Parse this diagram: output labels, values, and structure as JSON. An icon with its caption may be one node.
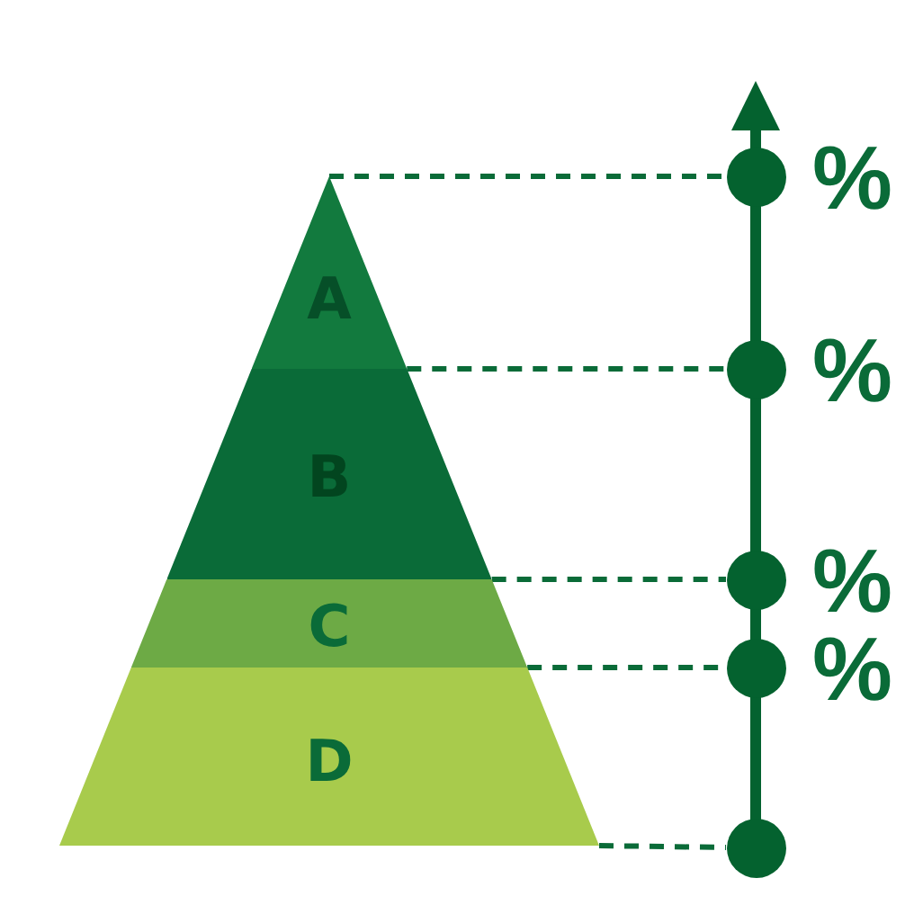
{
  "diagram": {
    "nodes": [
      {
        "text": [
          "A"
        ]
      },
      {
        "text": [
          "B"
        ]
      },
      {
        "text": [
          "C"
        ]
      },
      {
        "text": [
          "D"
        ]
      },
      {
        "text": [],
        "shape": "circle",
        "beside": [
          "%"
        ]
      },
      {
        "text": [],
        "shape": "circle",
        "beside": [
          "%"
        ]
      },
      {
        "text": [],
        "shape": "circle",
        "beside": [
          "%"
        ]
      },
      {
        "text": [],
        "shape": "circle",
        "beside": [
          "%"
        ]
      },
      {
        "text": [],
        "shape": "circle"
      }
    ],
    "edges": [
      {
        "from": 0,
        "to": 4,
        "arrow": "none",
        "style": "dashed"
      },
      {
        "from": 1,
        "to": 5,
        "arrow": "none",
        "style": "dashed"
      },
      {
        "from": 2,
        "to": 6,
        "arrow": "none",
        "style": "dashed"
      },
      {
        "from": 3,
        "to": 7,
        "arrow": "none",
        "style": "dashed"
      },
      {
        "from": 3,
        "to": 8,
        "arrow": "none",
        "style": "dashed"
      }
    ]
  }
}
